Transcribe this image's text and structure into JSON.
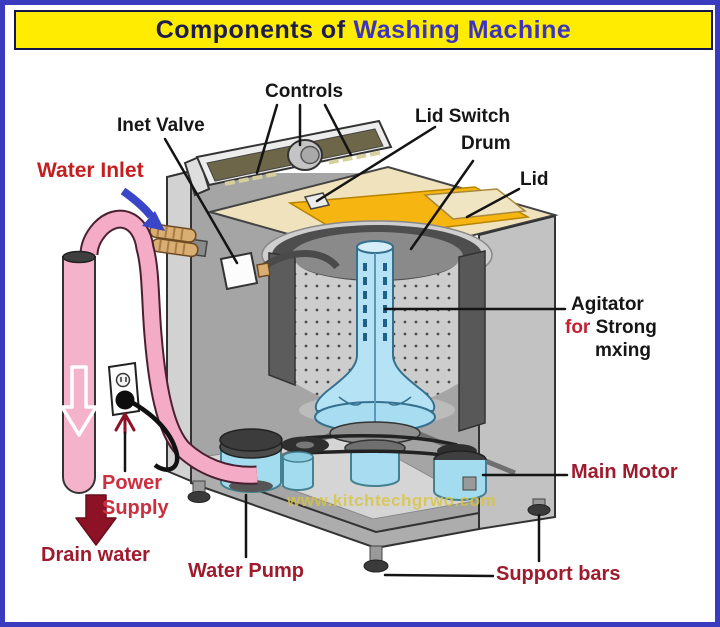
{
  "title": {
    "part1": "Components of",
    "part2": "Washing Machine"
  },
  "labels": {
    "controls": "Controls",
    "inlet_valve": "Inet Valve",
    "lid_switch": "Lid Switch",
    "drum": "Drum",
    "lid": "Lid",
    "water_inlet": "Water Inlet",
    "agitator": {
      "line1": "Agitator",
      "for": "for",
      "strong": "Strong",
      "line3": "mxing"
    },
    "main_motor": "Main Motor",
    "power_supply": {
      "line1": "Power",
      "line2": "Supply"
    },
    "drain_water": "Drain water",
    "water_pump": "Water Pump",
    "support_bars": "Support bars"
  },
  "watermark": "www.kitchtechgrwo.com",
  "colors": {
    "page_border": "#3b3bc0",
    "banner_bg": "#ffec00",
    "title_dark": "#1c1c4e",
    "title_blue": "#3c34bf",
    "label_black": "#161616",
    "label_red": "#c41e1e",
    "label_maroon": "#9e1b2e",
    "lid_yellow": "#f6b511",
    "agitator_blue": "#b5e2f5",
    "hose_pink": "#f3abc6"
  }
}
